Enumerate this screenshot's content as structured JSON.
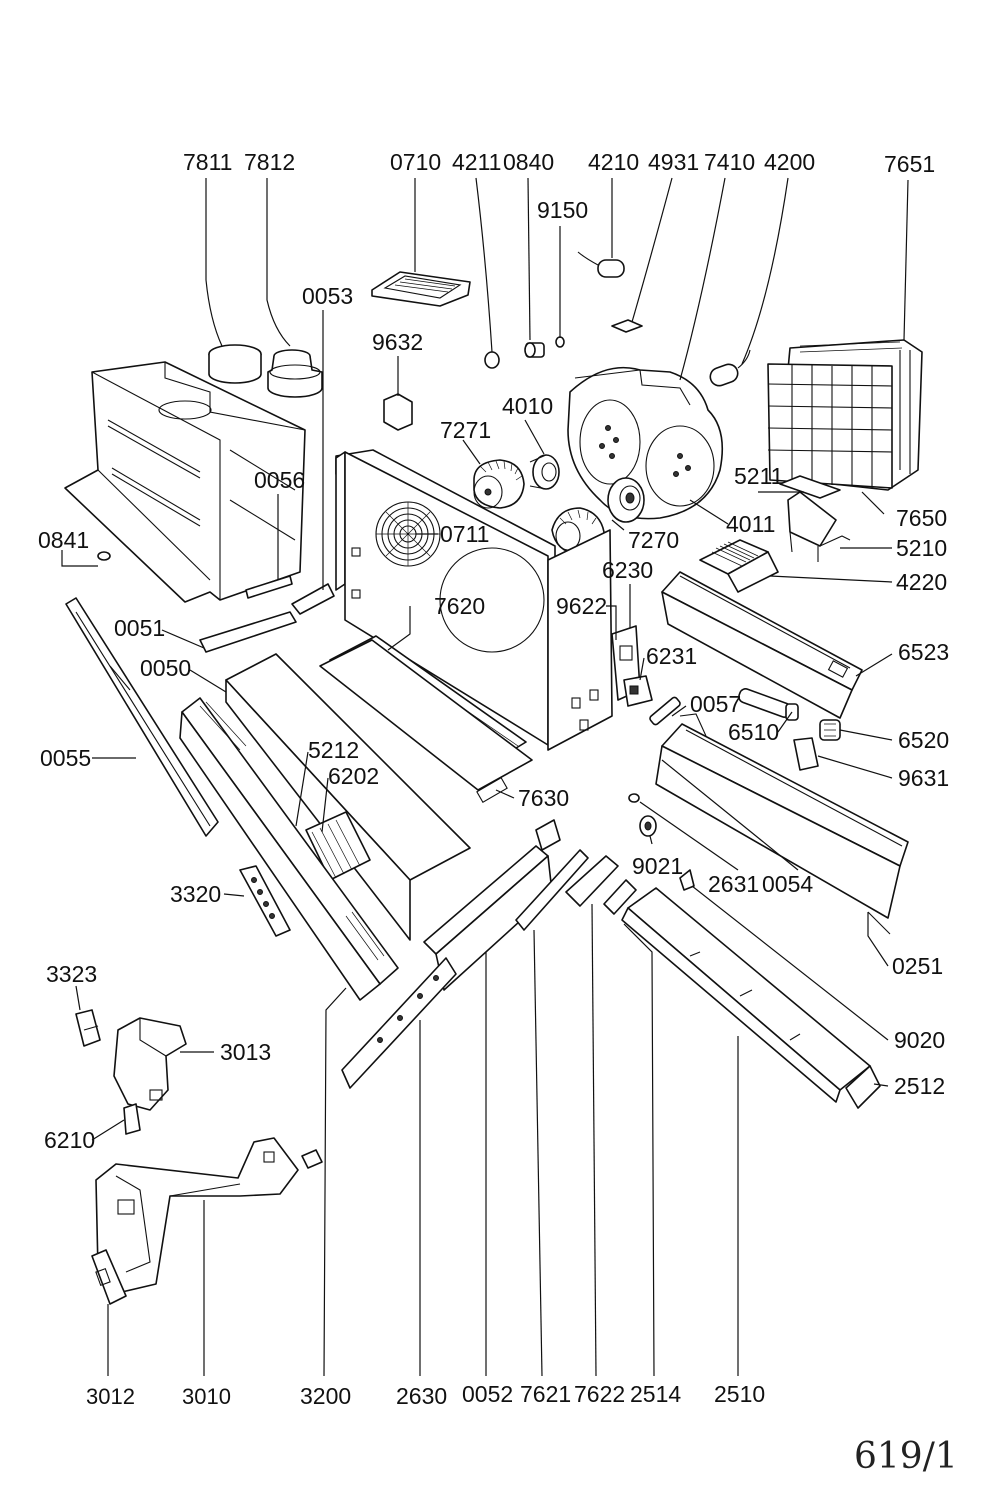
{
  "diagram": {
    "sheet_number": "619/1",
    "part_labels": {
      "p7811": "7811",
      "p7812": "7812",
      "p0710": "0710",
      "p4211": "4211",
      "p0840": "0840",
      "p4210": "4210",
      "p4931": "4931",
      "p7410": "7410",
      "p4200": "4200",
      "p7651": "7651",
      "p9150": "9150",
      "p0053": "0053",
      "p9632": "9632",
      "p4010": "4010",
      "p7271": "7271",
      "p0056": "0056",
      "p5211": "5211",
      "p7650": "7650",
      "p0841": "0841",
      "p0711": "0711",
      "p4011": "4011",
      "p7270": "7270",
      "p5210": "5210",
      "p6230": "6230",
      "p4220": "4220",
      "p9622": "9622",
      "p7620": "7620",
      "p0051": "0051",
      "p6523": "6523",
      "p6231": "6231",
      "p0050": "0050",
      "p0057": "0057",
      "p6510": "6510",
      "p6520": "6520",
      "p0055": "0055",
      "p5212": "5212",
      "p6202": "6202",
      "p9631": "9631",
      "p7630": "7630",
      "p9021": "9021",
      "p2631": "2631",
      "p0054": "0054",
      "p3320": "3320",
      "p0251": "0251",
      "p3323": "3323",
      "p3013": "3013",
      "p9020": "9020",
      "p2512": "2512",
      "p6210": "6210",
      "p3012": "3012",
      "p3010": "3010",
      "p3200": "3200",
      "p2630": "2630",
      "p0052": "0052",
      "p7621": "7621",
      "p7622": "7622",
      "p2514": "2514",
      "p2510": "2510"
    }
  }
}
